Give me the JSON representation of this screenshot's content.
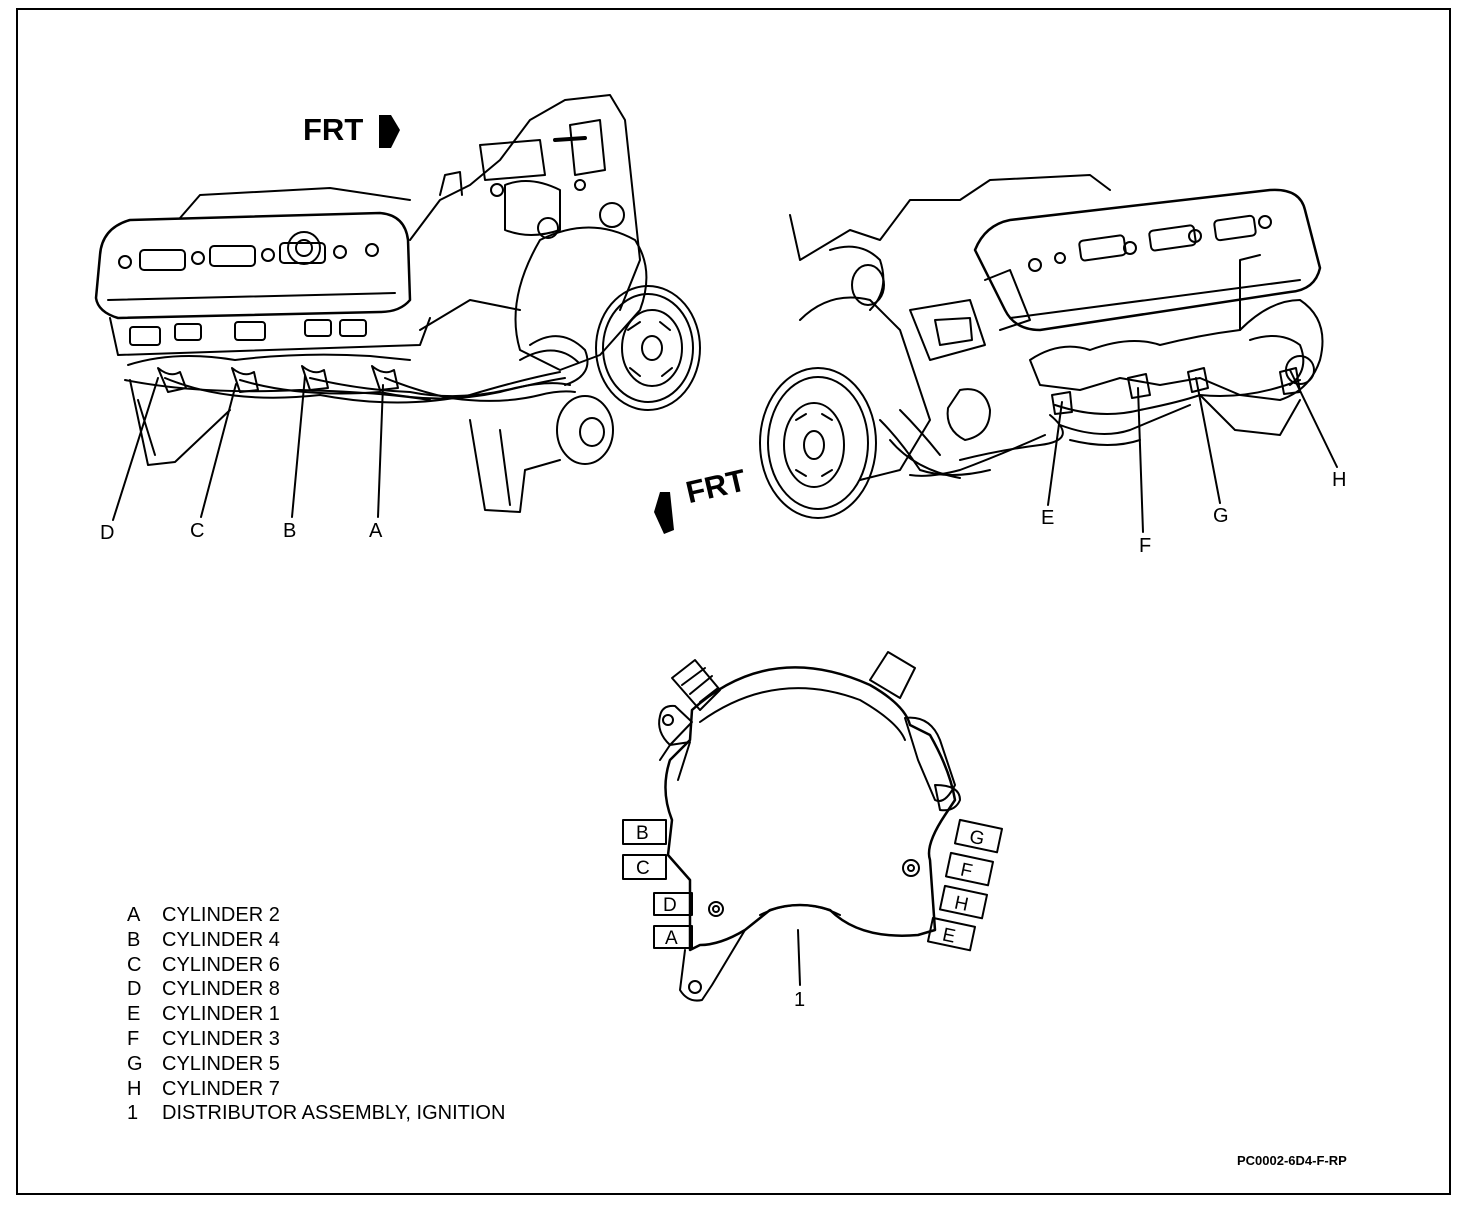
{
  "orientation": {
    "left_view": "FRT",
    "right_view": "FRT"
  },
  "callouts": {
    "left": [
      "D",
      "C",
      "B",
      "A"
    ],
    "right": [
      "E",
      "F",
      "G",
      "H"
    ],
    "distributor": "1"
  },
  "distributor_terminals": {
    "left": [
      "B",
      "C",
      "D",
      "A"
    ],
    "right": [
      "G",
      "F",
      "H",
      "E"
    ]
  },
  "legend": [
    {
      "key": "A",
      "text": "CYLINDER 2"
    },
    {
      "key": "B",
      "text": "CYLINDER 4"
    },
    {
      "key": "C",
      "text": "CYLINDER 6"
    },
    {
      "key": "D",
      "text": "CYLINDER 8"
    },
    {
      "key": "E",
      "text": "CYLINDER 1"
    },
    {
      "key": "F",
      "text": "CYLINDER 3"
    },
    {
      "key": "G",
      "text": "CYLINDER 5"
    },
    {
      "key": "H",
      "text": "CYLINDER 7"
    },
    {
      "key": "1",
      "text": "DISTRIBUTOR ASSEMBLY, IGNITION"
    }
  ],
  "figure_code": "PC0002-6D4-F-RP"
}
